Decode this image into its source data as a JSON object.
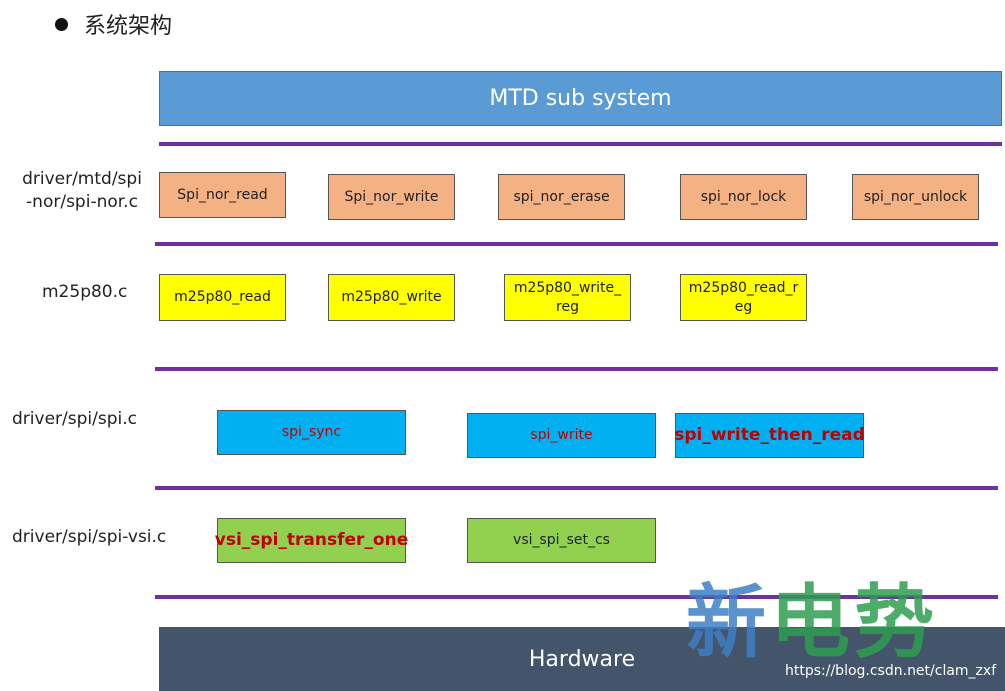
{
  "heading": "系统架构",
  "mtd": "MTD sub system",
  "hardware": "Hardware",
  "layers": {
    "spi_nor": "driver/mtd/spi\n-nor/spi-nor.c",
    "m25p80": "m25p80.c",
    "spi": "driver/spi/spi.c",
    "spi_vsi": "driver/spi/spi-vsi.c"
  },
  "spi_nor_funcs": [
    "Spi_nor_read",
    "Spi_nor_write",
    "spi_nor_erase",
    "spi_nor_lock",
    "spi_nor_unlock"
  ],
  "m25p80_funcs": [
    "m25p80_read",
    "m25p80_write",
    "m25p80_write_\nreg",
    "m25p80_read_r\neg"
  ],
  "spi_funcs": [
    "spi_sync",
    "spi_write",
    "spi_write_then_read"
  ],
  "vsi_funcs": [
    "vsi_spi_transfer_one",
    "vsi_spi_set_cs"
  ],
  "watermark": [
    "新",
    "电",
    "势"
  ],
  "watermark_url": "https://blog.csdn.net/clam_zxf",
  "colors": {
    "mtd": "#5b9bd5",
    "separator": "#7030a0",
    "spi_nor_box": "#f4b183",
    "m25p80_box": "#ffff00",
    "spi_box": "#00b0f0",
    "vsi_box": "#92d050",
    "hardware": "#44546a",
    "highlight_text": "#c00000",
    "watermark_blue": "#3d7fc4",
    "watermark_green": "#2e9e4f"
  }
}
